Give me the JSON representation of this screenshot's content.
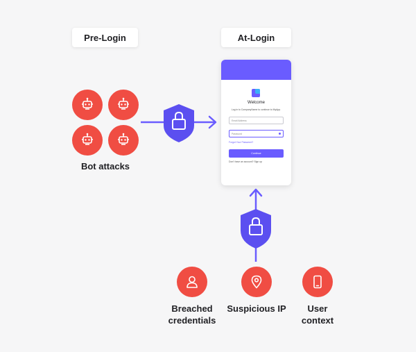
{
  "sections": {
    "pre_login": "Pre-Login",
    "at_login": "At-Login"
  },
  "bot_attacks": {
    "label": "Bot attacks",
    "icon": "robot-icon",
    "count": 4
  },
  "login_form": {
    "title": "Welcome",
    "subtitle": "Log in to CompanyName to continue to MyApp.",
    "email_placeholder": "Email Address",
    "password_placeholder": "Password",
    "forgot_link": "Forgot Your Password?",
    "continue_button": "Continue",
    "signup_text": "Don't have an account? Sign up"
  },
  "signals": [
    {
      "label_line1": "Breached",
      "label_line2": "credentials",
      "icon": "user-icon"
    },
    {
      "label_line1": "Suspicious IP",
      "label_line2": "",
      "icon": "location-pin-icon"
    },
    {
      "label_line1": "User",
      "label_line2": "context",
      "icon": "mobile-phone-icon"
    }
  ],
  "colors": {
    "accent": "#6a5cff",
    "threat": "#f04d43",
    "background": "#f6f6f7"
  }
}
